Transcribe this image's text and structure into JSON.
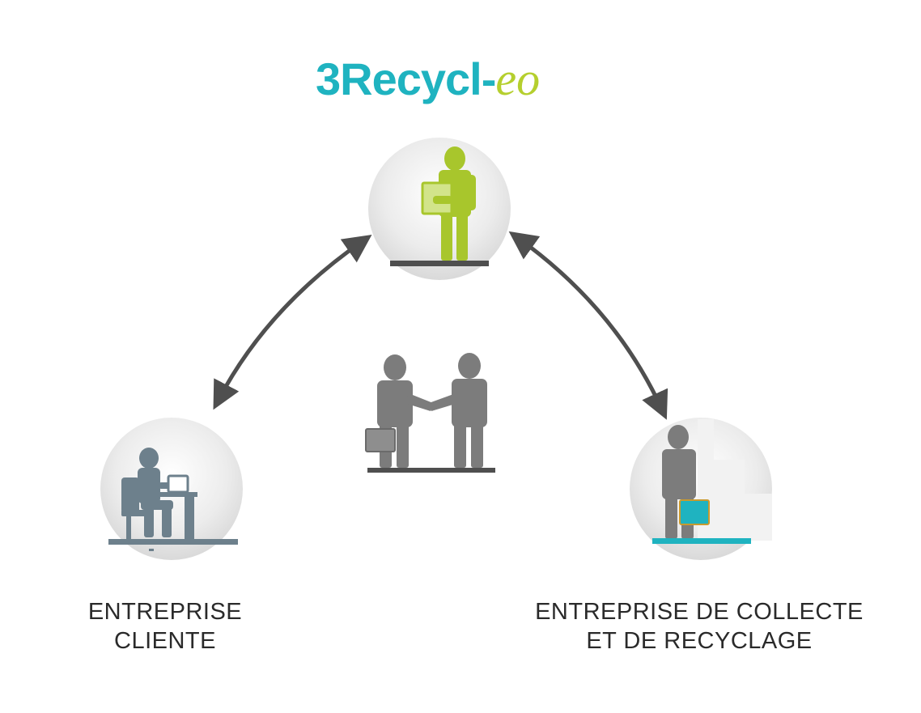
{
  "logo": {
    "main_text": "3Recycl-",
    "accent_text": "eo",
    "colors": {
      "main": "#1fb3c0",
      "accent": "#b5cf2e"
    }
  },
  "nodes": {
    "intermediary": {
      "figure": "green-businessman-with-clipboard-icon",
      "color": "#a8c62c"
    },
    "client": {
      "label_line1": "ENTREPRISE",
      "label_line2": "CLIENTE",
      "figure": "person-at-computer-desk-icon",
      "color": "#6d808c"
    },
    "recycler": {
      "label_line1": "ENTREPRISE DE COLLECTE",
      "label_line2": "ET DE RECYCLAGE",
      "figure": "businessman-with-teal-briefcase-icon",
      "color": "#1fb3c0"
    },
    "center": {
      "figure": "handshake-icon"
    }
  },
  "arrows": [
    {
      "from": "intermediary",
      "to": "client",
      "direction": "bidirectional"
    },
    {
      "from": "intermediary",
      "to": "recycler",
      "direction": "bidirectional"
    }
  ]
}
